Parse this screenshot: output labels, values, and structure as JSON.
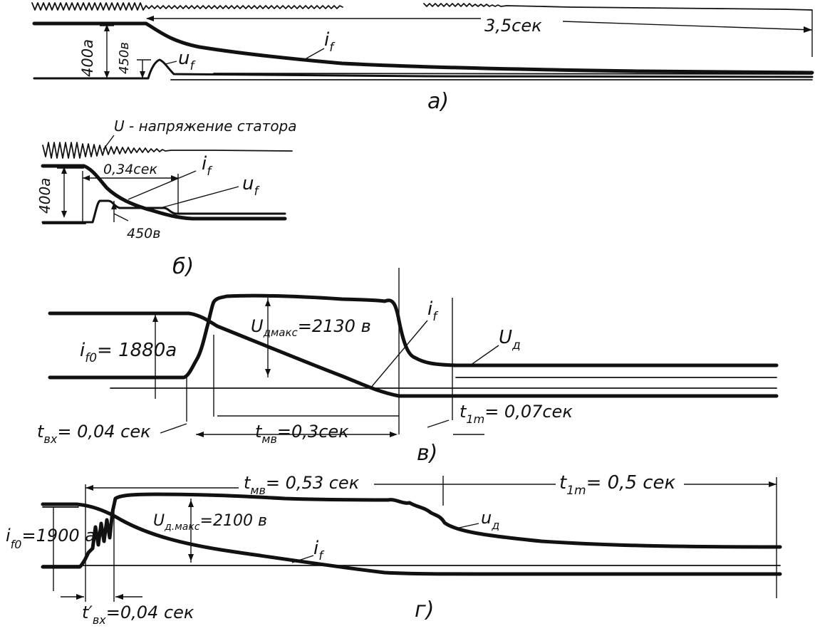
{
  "panels": {
    "a": {
      "caption": "а)",
      "time_label": "3,5сек",
      "current_scale": "400а",
      "voltage_scale": "450в",
      "if_label": "i",
      "if_sub": "f",
      "uf_label": "u",
      "uf_sub": "f"
    },
    "b": {
      "caption": "б)",
      "stator_label": "U - напряжение статора",
      "time_label": "0,34сек",
      "current_scale": "400а",
      "voltage_scale": "450в",
      "if_label": "i",
      "if_sub": "f",
      "uf_label": "u",
      "uf_sub": "f"
    },
    "v": {
      "caption": "в)",
      "if0_label": "i",
      "if0_sub": "f0",
      "if0_value": "= 1880а",
      "umax_label": "U",
      "umax_sub": "дмакс",
      "umax_value": "=2130 в",
      "if_label": "i",
      "if_sub": "f",
      "ud_label": "U",
      "ud_sub": "д",
      "tvx_label": "t",
      "tvx_sub": "вх",
      "tvx_value": "= 0,04 сек",
      "tmv_label": "t",
      "tmv_sub": "мв",
      "tmv_value": "=0,3сек",
      "t1m_label": "t",
      "t1m_sub": "1m",
      "t1m_value": "= 0,07сек"
    },
    "g": {
      "caption": "г)",
      "if0_label": "i",
      "if0_sub": "f0",
      "if0_value": "=1900 а",
      "umax_label": "U",
      "umax_sub": "д.макс",
      "umax_value": "=2100 в",
      "if_label": "i",
      "if_sub": "f",
      "ud_label": "u",
      "ud_sub": "д",
      "tmv_label": "t",
      "tmv_sub": "мв",
      "tmv_value": "= 0,53 сек",
      "t1m_label": "t",
      "t1m_sub": "1m",
      "t1m_value": "= 0,5 сек",
      "tvx_label": "t′",
      "tvx_sub": "вх",
      "tvx_value": "=0,04 сек"
    }
  }
}
